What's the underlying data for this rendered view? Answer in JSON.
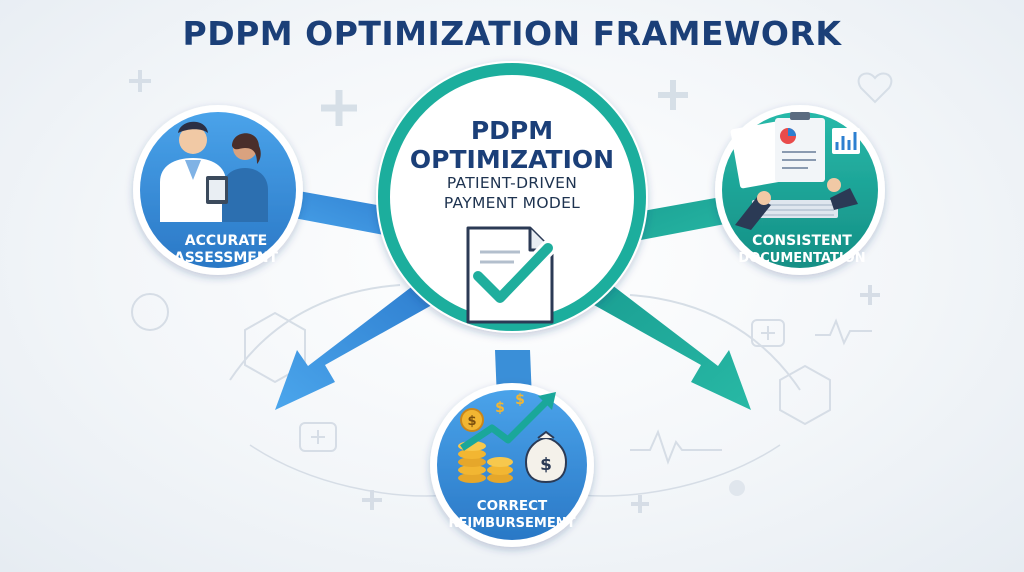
{
  "title": "PDPM OPTIMIZATION FRAMEWORK",
  "center": {
    "title_line1": "PDPM",
    "title_line2": "OPTIMIZATION",
    "subtitle_line1": "PATIENT-DRIVEN",
    "subtitle_line2": "PAYMENT MODEL",
    "icon": "document-check-icon"
  },
  "nodes": {
    "left": {
      "line1": "ACCURATE",
      "line2": "ASSESSMENT",
      "icon": "clinicians-icon"
    },
    "right": {
      "line1": "CONSISTENT",
      "line2": "DOCUMENTATION",
      "icon": "documentation-icon"
    },
    "bottom": {
      "line1": "CORRECT",
      "line2": "REIMBURSEMENT",
      "icon": "money-growth-icon"
    }
  },
  "colors": {
    "title": "#1b3f78",
    "blue": "#3a8fd8",
    "teal": "#1aa79a",
    "center_ring": "#1fae9d"
  }
}
